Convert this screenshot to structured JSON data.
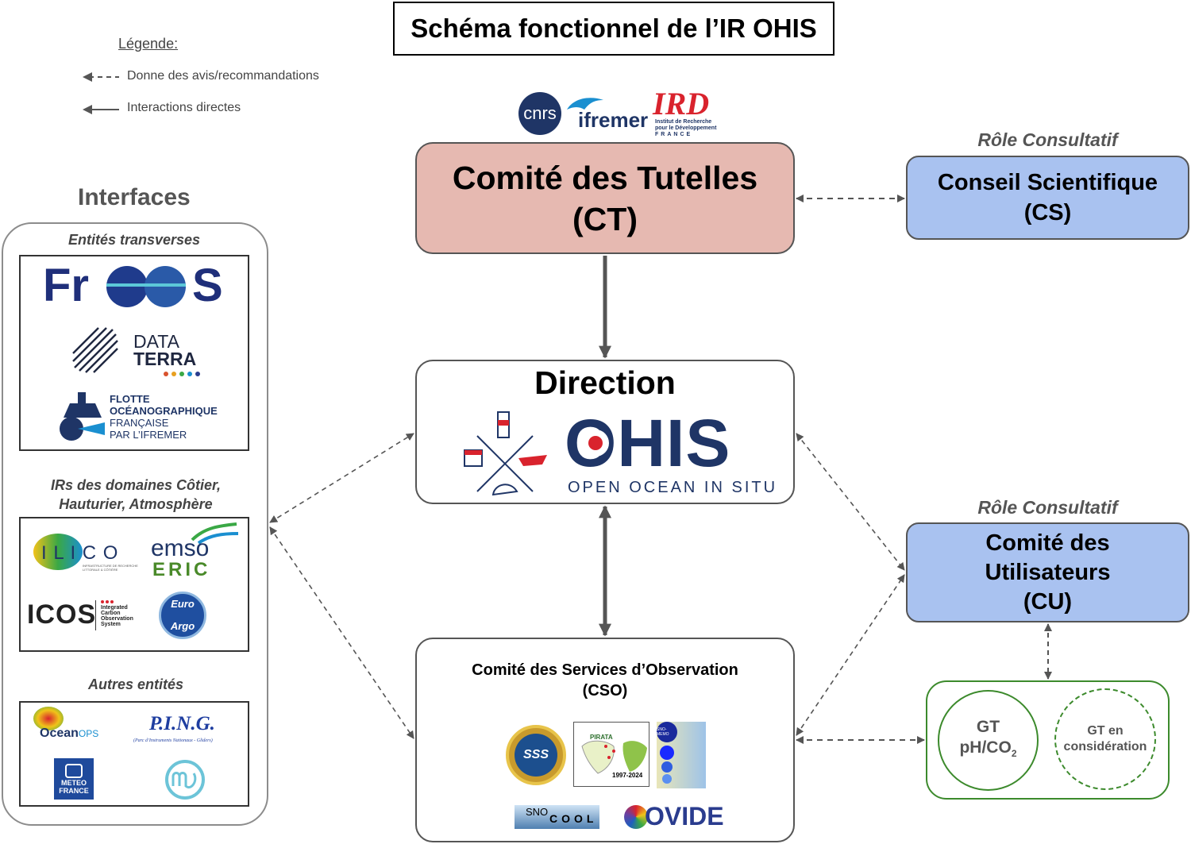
{
  "title": "Schéma fonctionnel de l’IR OHIS",
  "legend": {
    "heading": "Légende:",
    "dashed": "Donne des avis/recommandations",
    "solid": "Interactions directes"
  },
  "tutelles_logos": {
    "cnrs": "cnrs",
    "ifremer": "ifremer",
    "ird": "IRD",
    "ird_sub1": "Institut de Recherche",
    "ird_sub2": "pour le Développement",
    "ird_sub3": "FRANCE"
  },
  "ct": {
    "line1": "Comité des Tutelles",
    "line2": "(CT)"
  },
  "cs": {
    "role": "Rôle Consultatif",
    "line1": "Conseil Scientifique",
    "line2": "(CS)"
  },
  "cu": {
    "role": "Rôle Consultatif",
    "line1": "Comité des",
    "line2": "Utilisateurs",
    "line3": "(CU)"
  },
  "direction": {
    "heading": "Direction",
    "logo_name": "OHIS",
    "logo_sub": "OPEN OCEAN IN SITU"
  },
  "cso": {
    "line1": "Comité des Services d’Observation",
    "line2": "(CSO)",
    "logos": {
      "sss": "SSS",
      "pirata": "PIRATA",
      "pirata_years": "1997-2024",
      "snomemo": "SNO-MEMO",
      "snocool_a": "SNO",
      "snocool_b": "COOL",
      "ovide": "OVIDE"
    }
  },
  "gt": {
    "gt1_a": "GT",
    "gt1_b": "pH/CO",
    "gt1_sub": "2",
    "gt2_a": "GT en",
    "gt2_b": "considération"
  },
  "interfaces": {
    "title": "Interfaces",
    "group1": {
      "label": "Entités transverses",
      "froos_a": "Fr",
      "froos_b": "S",
      "dataterra_a": "DATA",
      "dataterra_b": "TERRA",
      "flotte_1": "FLOTTE",
      "flotte_2": "OCÉANOGRAPHIQUE",
      "flotte_3": "FRANÇAISE",
      "flotte_4": "PAR L’IFREMER"
    },
    "group2": {
      "label_line1": "IRs des domaines Côtier,",
      "label_line2": "Hauturier, Atmosphère",
      "ilico": "I L I C O",
      "ilico_sub": "INFRASTRUCTURE DE RECHERCHE LITTORALE & CÔTIÈRE",
      "emso": "emso",
      "eric": "ERIC",
      "icos": "ICOS",
      "icos_sub1": "Integrated",
      "icos_sub2": "Carbon",
      "icos_sub3": "Observation",
      "icos_sub4": "System",
      "euroargo_a": "Euro",
      "euroargo_b": "Argo"
    },
    "group3": {
      "label": "Autres entités",
      "oceanops_a": "Ocean",
      "oceanops_b": "OPS",
      "ping": "P.I.N.G.",
      "ping_sub": "(Parc d’Instruments Nationaux - Gliders)",
      "meteo_1": "METEO",
      "meteo_2": "FRANCE"
    }
  },
  "colors": {
    "ct": "#e6b9b1",
    "consult": "#a9c2f0",
    "navy": "#1f3566",
    "red": "#d9232d",
    "green": "#3c8a2c",
    "arrow": "#555555"
  }
}
